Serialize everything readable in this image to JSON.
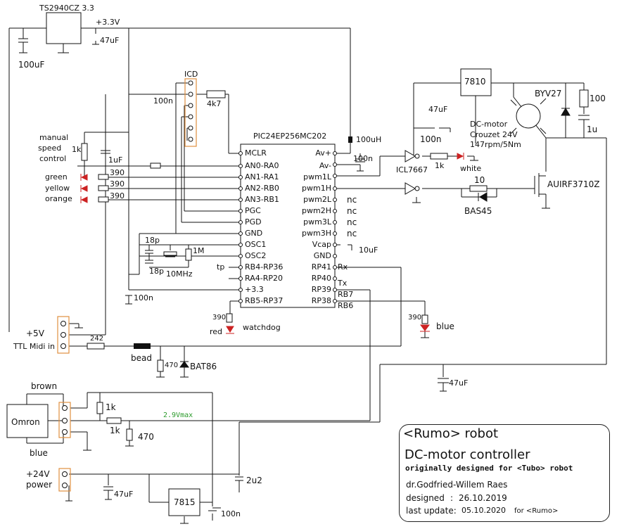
{
  "title_block": {
    "robot": "<Rumo> robot",
    "heading": "DC-motor controller",
    "subtitle": "originally designed for <Tubo> robot",
    "author": "dr.Godfried-Willem Raes",
    "designed_label": "designed",
    "designed_sep": ":",
    "designed_date": "26.10.2019",
    "update_label": "last update:",
    "update_date": "05.10.2020",
    "update_for": "for <Rumo>"
  },
  "regulator": {
    "name": "TS2940CZ 3.3",
    "rail": "+3.3V",
    "cap_out": "47uF",
    "cap_in": "100uF"
  },
  "mcu": {
    "name": "PIC24EP256MC202",
    "left_pins": [
      "MCLR",
      "AN0-RA0",
      "AN1-RA1",
      "AN2-RB0",
      "AN3-RB1",
      "PGC",
      "PGD",
      "GND",
      "OSC1",
      "OSC2",
      "RB4-RP36",
      "RA4-RP20",
      "+3.3",
      "RB5-RP37"
    ],
    "right_pins": [
      "Av+",
      "Av-",
      "pwm1L",
      "pwm1H",
      "pwm2L",
      "pwm2H",
      "pwm3L",
      "pwm3H",
      "Vcap",
      "GND",
      "RP41",
      "RP40",
      "RP39",
      "RP38"
    ],
    "nc": "nc",
    "right_signals": [
      "Rx",
      "Tx",
      "RB7",
      "RB6"
    ]
  },
  "icd": {
    "label": "ICD",
    "cap": "100n",
    "resistor": "4k7"
  },
  "inputs": {
    "manual": [
      "manual",
      "speed",
      "control"
    ],
    "pot": "1k",
    "pot_cap": "1uF",
    "leds": [
      {
        "label": "green",
        "resistor": "390",
        "color": "#cc2222"
      },
      {
        "label": "yellow",
        "resistor": "390",
        "color": "#cc2222"
      },
      {
        "label": "orange",
        "resistor": "390",
        "color": "#cc2222"
      }
    ]
  },
  "crystal": {
    "cap1": "18p",
    "cap2": "18p",
    "xtal": "10MHz",
    "res": "1M",
    "tp": "tp"
  },
  "decoupling": {
    "mcu": "100n",
    "av": "100n",
    "inductor": "100uH",
    "vcap": "10uF"
  },
  "watchdog": {
    "res": "390",
    "color_label": "red",
    "name": "watchdog"
  },
  "blue_led": {
    "res": "390",
    "label": "blue"
  },
  "midi": {
    "v5": "+5V",
    "label": "TTL Midi in",
    "res": "242",
    "bead": "bead",
    "res2": "470",
    "diode": "BAT86"
  },
  "driver": {
    "regulator": "7810",
    "cap1": "47uF",
    "cap2": "100n",
    "chip": "ICL7667",
    "res": "1k",
    "led": "white",
    "gate_res": "10",
    "diode": "BAS45",
    "mosfet": "AUIRF3710Z",
    "motor": [
      "DC-motor",
      "Crouzet 24V",
      "147rpm/5Nm"
    ],
    "flyback": "BYV27",
    "snub_res": "100",
    "snub_cap": "1u",
    "bulk": "47uF"
  },
  "sensor": {
    "name": "Omron",
    "wire1": "brown",
    "wire2": "blue",
    "r1": "1k",
    "r2": "1k",
    "r3": "470",
    "vmax": "2.9Vmax"
  },
  "power": {
    "label1": "+24V",
    "label2": "power",
    "cap": "47uF",
    "regulator": "7815",
    "cap2": "2u2",
    "cap3": "100n"
  },
  "colors": {
    "wire": "#111111",
    "connector": "#e09040",
    "led_red": "#cc2222",
    "green_text": "#2a9a2a"
  }
}
